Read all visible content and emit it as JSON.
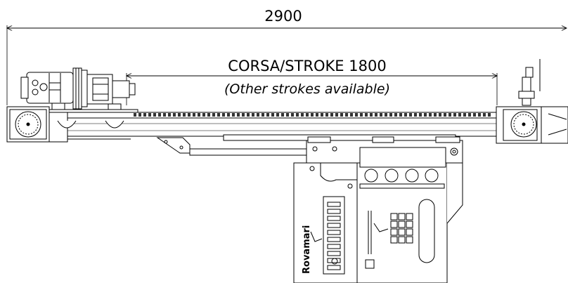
{
  "dimensions": {
    "total_length": "2900",
    "stroke_label": "CORSA/STROKE 1800",
    "stroke_note": "(Other strokes available)"
  },
  "logo": {
    "text": "Rovamari"
  },
  "colors": {
    "line": "#000000",
    "background": "#ffffff",
    "chain": "#333333"
  }
}
